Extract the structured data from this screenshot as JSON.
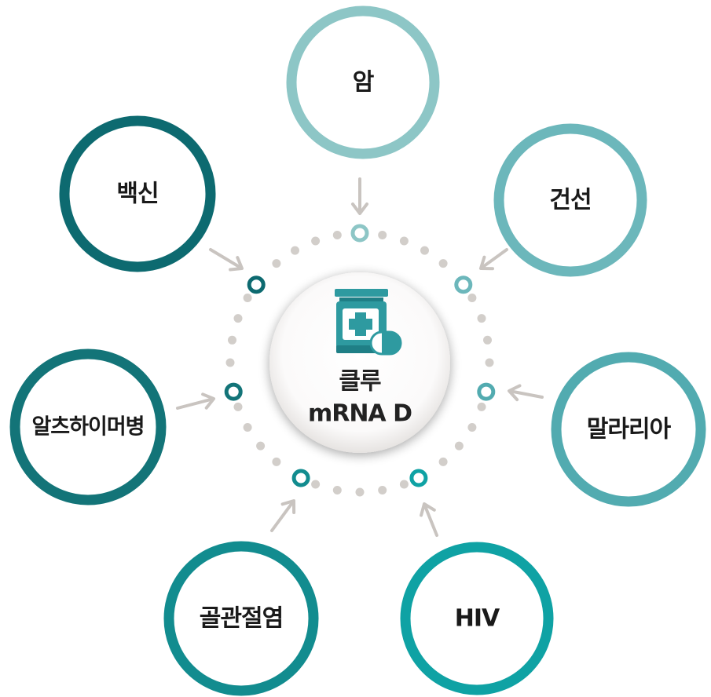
{
  "center": {
    "line1": "클루",
    "line2": "mRNA D",
    "icon": "medicine-bottle-icon"
  },
  "diseases": [
    {
      "id": "cancer",
      "label": "암",
      "color": "#8dc6c6"
    },
    {
      "id": "psoriasis",
      "label": "건선",
      "color": "#6cb7bb"
    },
    {
      "id": "malaria",
      "label": "말라리아",
      "color": "#52abb0"
    },
    {
      "id": "hiv",
      "label": "HIV",
      "color": "#0fa2a4"
    },
    {
      "id": "arthritis",
      "label": "골관절염",
      "color": "#128c8f"
    },
    {
      "id": "alzheimers",
      "label": "알츠하이머병",
      "color": "#137478"
    },
    {
      "id": "vaccine",
      "label": "백신",
      "color": "#0d6a70"
    }
  ],
  "colors": {
    "arrow": "#c9c4c0",
    "dots": "#d2ceca",
    "center_fill": "#ffffff"
  }
}
